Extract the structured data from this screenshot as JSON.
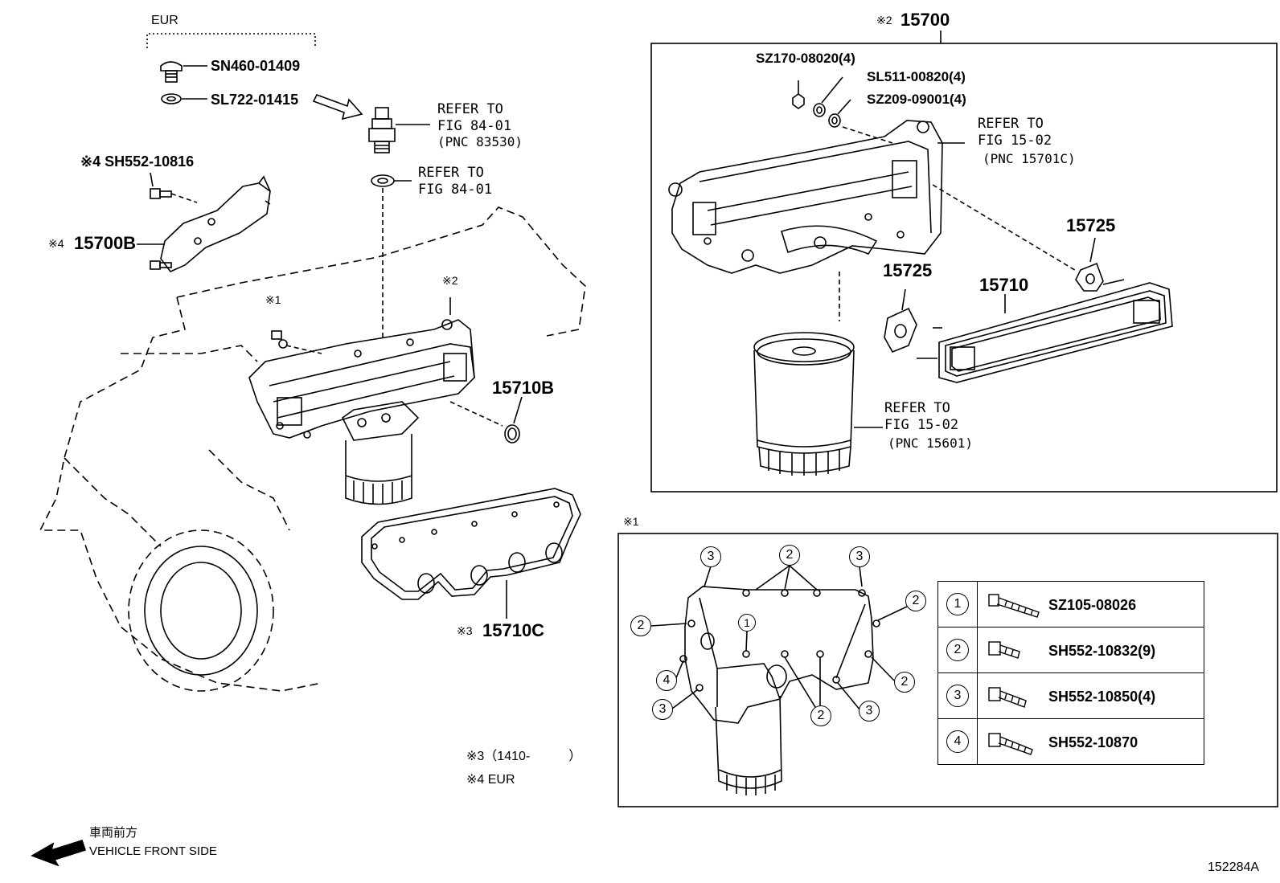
{
  "eur_group_label": "EUR",
  "parts": {
    "drain_plug": "SN460-01409",
    "gasket": "SL722-01415",
    "bolt_sh552_10816": "※4 SH552-10816",
    "bracket_mark": "※4",
    "bracket": "15700B",
    "cooler_assy_mark": "※2",
    "cooler_assy": "15700",
    "o_ring": "15710B",
    "gasket_c_mark": "※3",
    "gasket_c": "15710C",
    "nut": "SZ170-08020(4)",
    "washer": "SL511-00820(4)",
    "washer2": "SZ209-09001(4)",
    "cooler_gasket_a": "15725",
    "cooler_gasket_b": "15725",
    "cooler_element": "15710"
  },
  "refs": {
    "switch_ref_1": "REFER TO",
    "switch_ref_2": "FIG 84-01",
    "switch_ref_3": "(PNC 83530)",
    "seal_ref_1": "REFER TO",
    "seal_ref_2": "FIG 84-01",
    "housing_ref_1": "REFER TO",
    "housing_ref_2": "FIG 15-02",
    "housing_ref_3": "(PNC 15701C)",
    "filter_ref_1": "REFER TO",
    "filter_ref_2": "FIG 15-02",
    "filter_ref_3": "(PNC 15601)"
  },
  "marks": {
    "m1": "※1",
    "m2": "※2",
    "inset_mark": "※1"
  },
  "inset_callouts": {
    "c1": "1",
    "c2": "2",
    "c3": "3",
    "c4": "4"
  },
  "legend": [
    {
      "num": "1",
      "code": "SZ105-08026"
    },
    {
      "num": "2",
      "code": "SH552-10832(9)"
    },
    {
      "num": "3",
      "code": "SH552-10850(4)"
    },
    {
      "num": "4",
      "code": "SH552-10870"
    }
  ],
  "notes": {
    "note3": "※3（1410-　　　）",
    "note4": "※4 EUR"
  },
  "front": {
    "jp": "車両前方",
    "en": "VEHICLE FRONT SIDE"
  },
  "figure_id": "152284A"
}
